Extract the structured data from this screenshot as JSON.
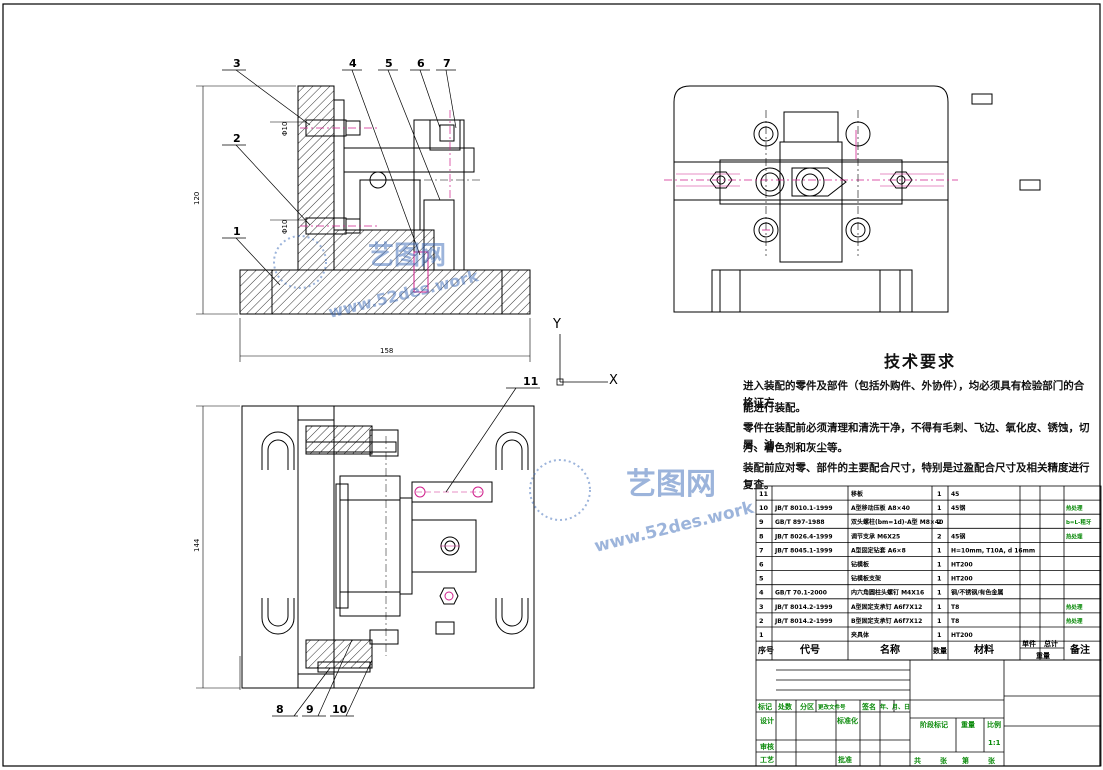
{
  "drawing": {
    "front_view": {
      "balloons": [
        "1",
        "2",
        "3",
        "4",
        "5",
        "6",
        "7"
      ],
      "dim_height": "120",
      "dim_width": "158",
      "dim_small_top": "Φ10",
      "dim_small_bottom": "Φ10"
    },
    "top_view": {
      "balloons": [
        "8",
        "9",
        "10",
        "11"
      ],
      "dim_height": "144"
    },
    "axes": {
      "y": "Y",
      "x": "X"
    }
  },
  "tech_requirements": {
    "title": "技术要求",
    "lines": [
      "进入装配的零件及部件（包括外购件、外协件），均必须具有检验部门的合格证方",
      "能进行装配。",
      "零件在装配前必须清理和清洗干净，不得有毛刺、飞边、氧化皮、锈蚀，切屑、油",
      "污、着色剂和灰尘等。",
      "装配前应对零、部件的主要配合尺寸，特别是过盈配合尺寸及相关精度进行复查。"
    ]
  },
  "bom": {
    "rows": [
      {
        "no": "11",
        "code": "",
        "name": "移板",
        "qty": "1",
        "material": "45",
        "note": ""
      },
      {
        "no": "10",
        "code": "JB/T 8010.1-1999",
        "name": "A型移动压板 A8×40",
        "qty": "1",
        "material": "45钢",
        "note": "热处理"
      },
      {
        "no": "9",
        "code": "GB/T 897-1988",
        "name": "双头螺柱(bm=1d)-A型 M8×40",
        "qty": "2",
        "material": "",
        "note": "b=L-粗牙"
      },
      {
        "no": "8",
        "code": "JB/T 8026.4-1999",
        "name": "调节支承 M6X25",
        "qty": "2",
        "material": "45钢",
        "note": "热处理"
      },
      {
        "no": "7",
        "code": "JB/T 8045.1-1999",
        "name": "A型固定钻套 A6×8",
        "qty": "1",
        "material": "H=10mm, T10A, d 16mm",
        "note": ""
      },
      {
        "no": "6",
        "code": "",
        "name": "钻模板",
        "qty": "1",
        "material": "HT200",
        "note": ""
      },
      {
        "no": "5",
        "code": "",
        "name": "钻模板支架",
        "qty": "1",
        "material": "HT200",
        "note": ""
      },
      {
        "no": "4",
        "code": "GB/T 70.1-2000",
        "name": "内六角圆柱头螺钉 M4X16",
        "qty": "1",
        "material": "钢/不锈钢/有色金属",
        "note": ""
      },
      {
        "no": "3",
        "code": "JB/T 8014.2-1999",
        "name": "A型固定支承钉 A6f7X12",
        "qty": "1",
        "material": "T8",
        "note": "热处理"
      },
      {
        "no": "2",
        "code": "JB/T 8014.2-1999",
        "name": "B型固定支承钉 A6f7X12",
        "qty": "1",
        "material": "T8",
        "note": "热处理"
      },
      {
        "no": "1",
        "code": "",
        "name": "夹具体",
        "qty": "1",
        "material": "HT200",
        "note": ""
      }
    ],
    "header": {
      "no": "序号",
      "code": "代号",
      "name": "名称",
      "qty": "数量",
      "material": "材料",
      "single": "单件",
      "total": "总计",
      "weight": "重量",
      "note": "备注"
    }
  },
  "title_block": {
    "sign_row": [
      "标记",
      "处数",
      "分区",
      "更改文件号",
      "签名",
      "年、月、日"
    ],
    "design": "设计",
    "standard": "标准化",
    "review": "审核",
    "process": "工艺",
    "approve": "批准",
    "stage_mark": "阶段标记",
    "weight": "重量",
    "scale": "比例",
    "scale_value": "1:1",
    "sheets_total": "共",
    "sheets_word": "张",
    "sheet_no": "第",
    "sheet_word": "张"
  },
  "watermark": {
    "brand": "艺图网",
    "url": "www.52des.work"
  }
}
